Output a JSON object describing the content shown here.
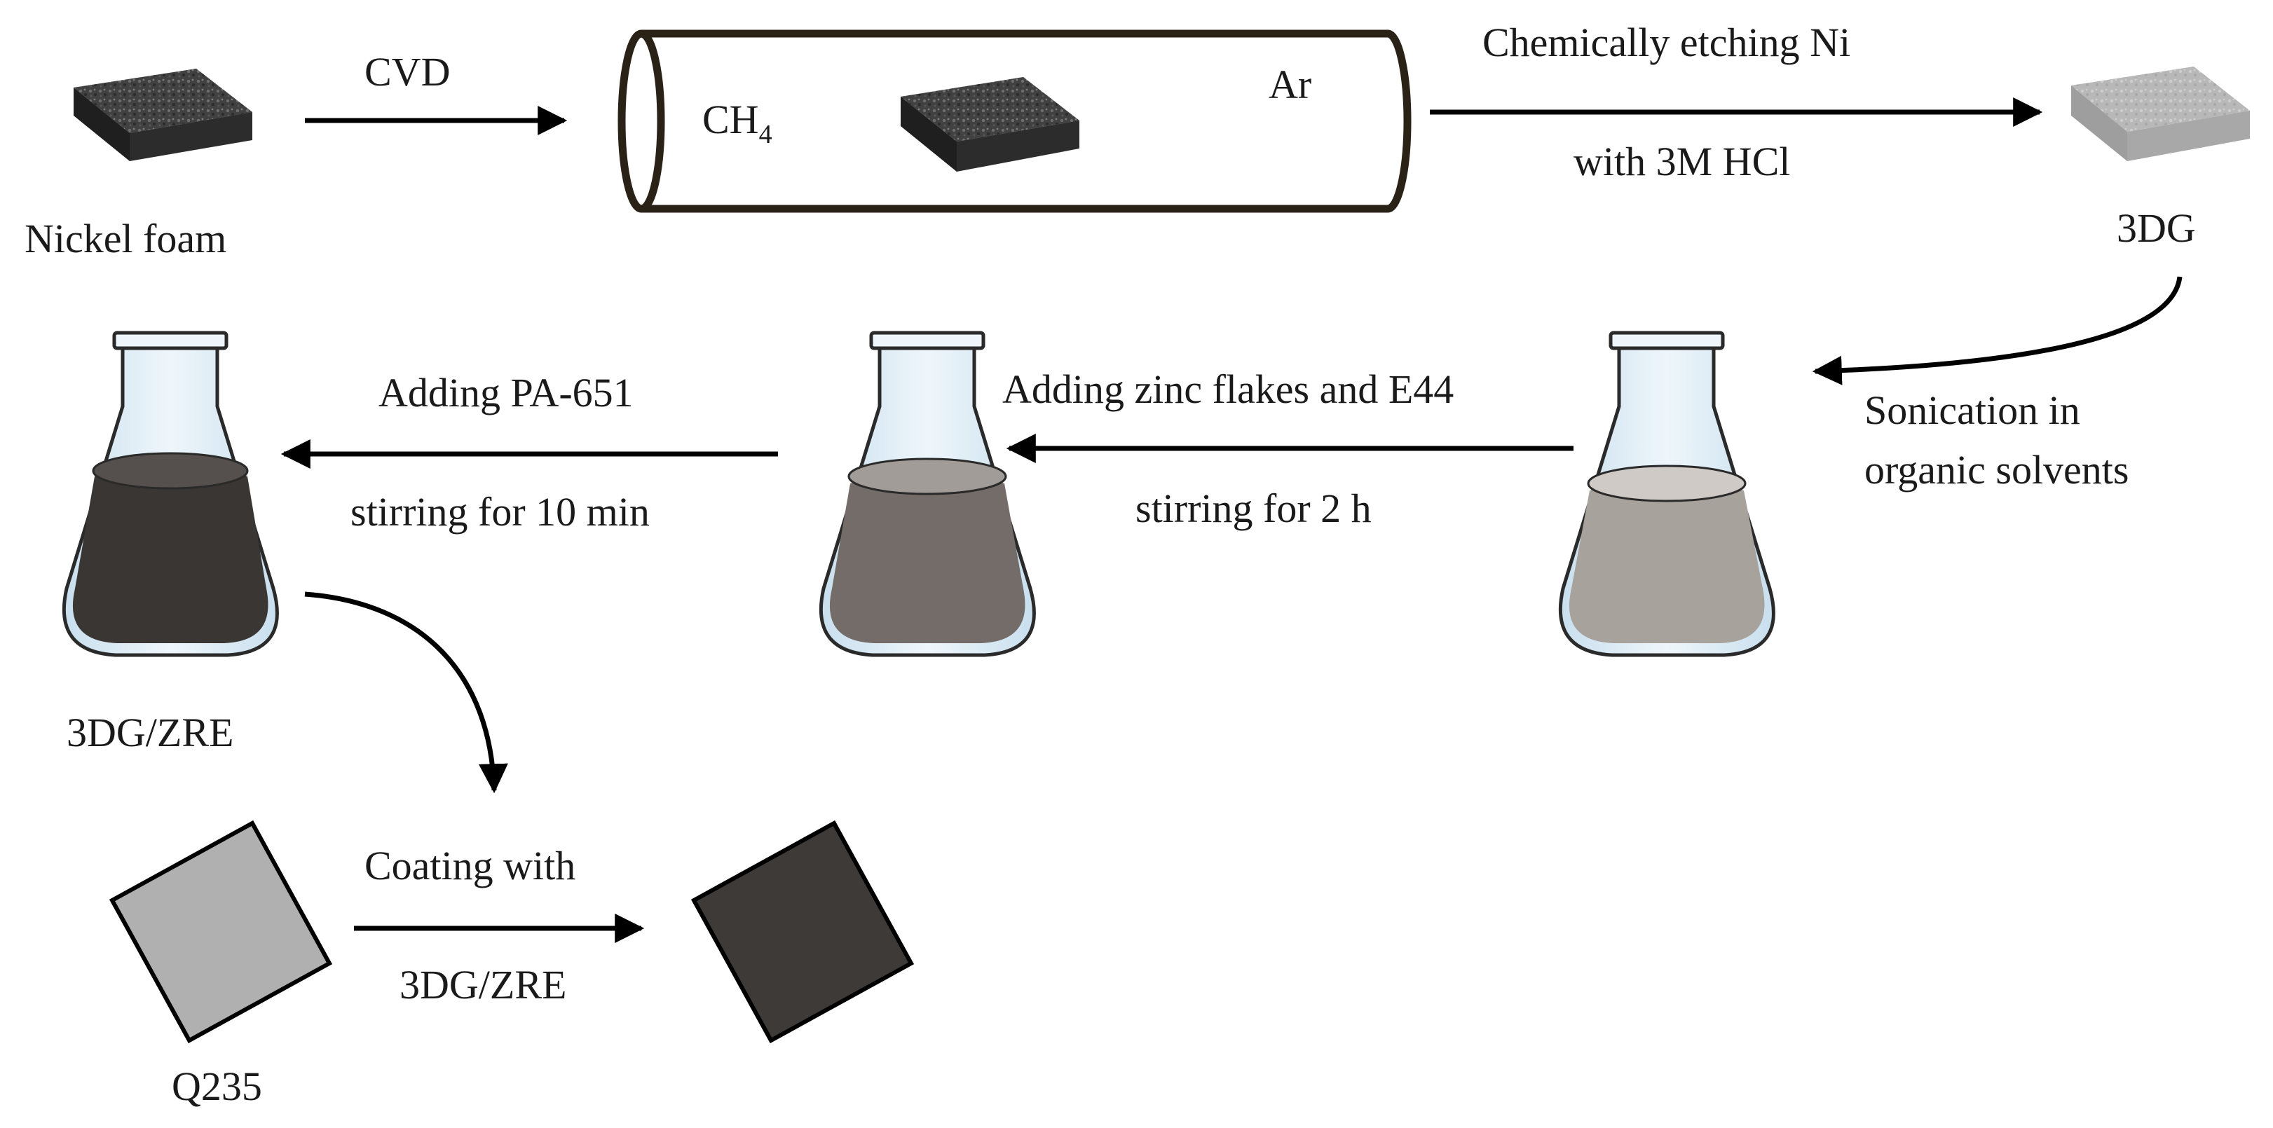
{
  "labels": {
    "nickel_foam": "Nickel foam",
    "cvd": "CVD",
    "ch4": "CH",
    "ch4_sub": "4",
    "ar": "Ar",
    "etch_line1": "Chemically etching Ni",
    "etch_line2": "with 3M HCl",
    "threedg": "3DG",
    "sonication_line1": "Sonication in",
    "sonication_line2": "organic solvents",
    "zinc_line1": "Adding zinc flakes and E44",
    "zinc_line2": "stirring for 2 h",
    "pa_line1": "Adding PA-651",
    "pa_line2": "stirring for 10 min",
    "dg_zre": "3DG/ZRE",
    "coating_line1": "Coating with",
    "coating_line2": "3DG/ZRE",
    "q235": "Q235"
  },
  "colors": {
    "foam_dark": "#2e2e2e",
    "foam_light": "#8a8a8a",
    "graphene": "#b8b8b8",
    "tube_outline": "#2b2217",
    "flask_glass": "#dbeaf4",
    "flask_outline": "#2a2a2a",
    "liquid_light": "#a8a29d",
    "liquid_medium": "#736c68",
    "liquid_dark": "#3a3634",
    "steel_bare": "#b0b0b0",
    "steel_coated": "#3d3a38"
  },
  "icons": {
    "nickel_foam": "foam-block-icon",
    "graphene": "graphene-block-icon",
    "furnace": "tube-furnace-icon",
    "flask": "erlenmeyer-flask-icon",
    "steel": "steel-plate-icon"
  }
}
